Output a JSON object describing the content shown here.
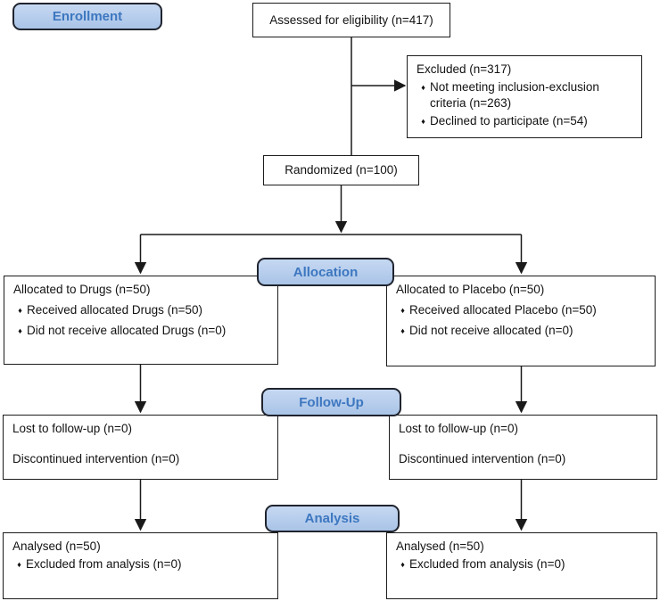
{
  "colors": {
    "background": "#ffffff",
    "badge_fill": "#b4cbea",
    "badge_border": "#20242e",
    "badge_text": "#3d77c0",
    "box_border": "#1c1c1c",
    "text": "#121212",
    "connector": "#1a1a1a"
  },
  "glyphs": {
    "bullet": "♦"
  },
  "badges": {
    "enrollment": "Enrollment",
    "allocation": "Allocation",
    "followup": "Follow-Up",
    "analysis": "Analysis"
  },
  "boxes": {
    "assessed": {
      "text": "Assessed for eligibility (n=417)"
    },
    "excluded": {
      "title": "Excluded (n=317)",
      "bullets": [
        "Not meeting inclusion-exclusion criteria (n=263)",
        "Declined to participate (n=54)"
      ]
    },
    "randomized": {
      "text": "Randomized (n=100)"
    },
    "allocation_left": {
      "title": "Allocated to Drugs (n=50)",
      "bullets": [
        "Received allocated Drugs (n=50)",
        "Did not receive allocated Drugs (n=0)"
      ]
    },
    "allocation_right": {
      "title": "Allocated to Placebo (n=50)",
      "bullets": [
        "Received allocated Placebo (n=50)",
        "Did not receive allocated (n=0)"
      ]
    },
    "followup_left": {
      "lines": [
        "Lost to follow-up (n=0)",
        "Discontinued intervention (n=0)"
      ]
    },
    "followup_right": {
      "lines": [
        "Lost to follow-up (n=0)",
        "Discontinued intervention (n=0)"
      ]
    },
    "analysis_left": {
      "title": "Analysed (n=50)",
      "bullets": [
        "Excluded from analysis (n=0)"
      ]
    },
    "analysis_right": {
      "title": "Analysed (n=50)",
      "bullets": [
        "Excluded from analysis (n=0)"
      ]
    }
  }
}
